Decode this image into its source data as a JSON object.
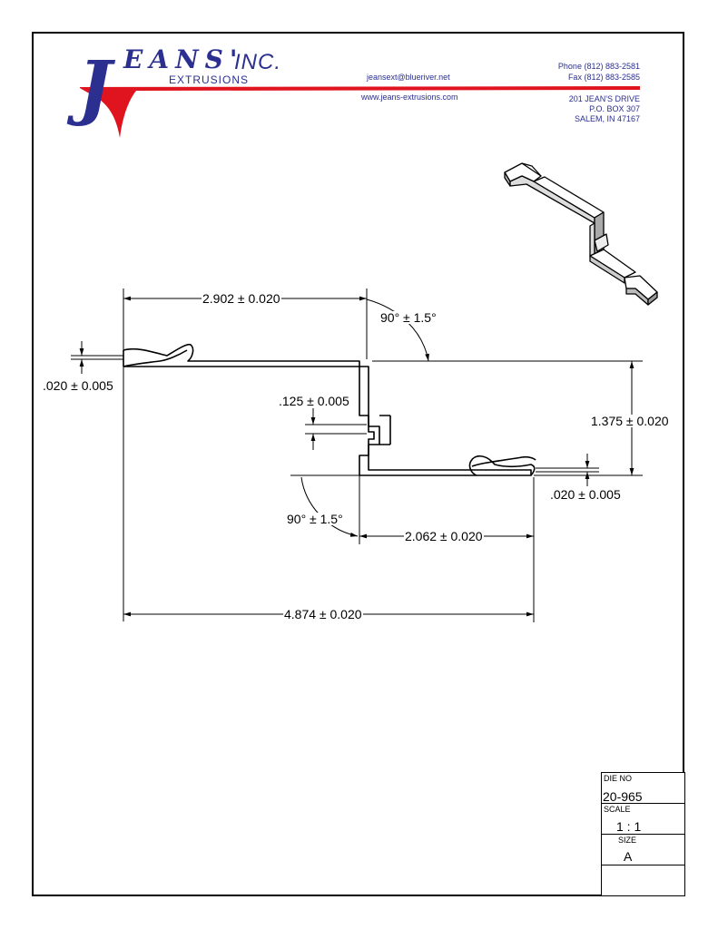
{
  "header": {
    "logo_j": "J",
    "logo_eans": "EANS'",
    "logo_inc": "INC.",
    "logo_sub": "EXTRUSIONS",
    "email": "jeansext@blueriver.net",
    "website": "www.jeans-extrusions.com",
    "phone": "Phone (812) 883-2581",
    "fax": "Fax (812) 883-2585",
    "address_line1": "201 JEAN'S DRIVE",
    "address_line2": "P.O. BOX 307",
    "address_line3": "SALEM, IN 47167"
  },
  "dimensions": {
    "top_width": "2.902 ± 0.020",
    "top_angle": "90° ± 1.5°",
    "left_thickness": ".020 ± 0.005",
    "slot_height": ".125 ± 0.005",
    "height": "1.375 ± 0.020",
    "right_thickness": ".020 ± 0.005",
    "bottom_angle": "90° ± 1.5°",
    "bottom_width": "2.062 ± 0.020",
    "overall_width": "4.874 ± 0.020"
  },
  "title_block": {
    "die_no_label": "DIE NO",
    "die_no": "20-965",
    "scale_label": "SCALE",
    "scale": "1 : 1",
    "size_label": "SIZE",
    "size": "A"
  },
  "colors": {
    "brand_blue": "#2b2f8f",
    "brand_red": "#e0141e",
    "line": "#000000"
  }
}
